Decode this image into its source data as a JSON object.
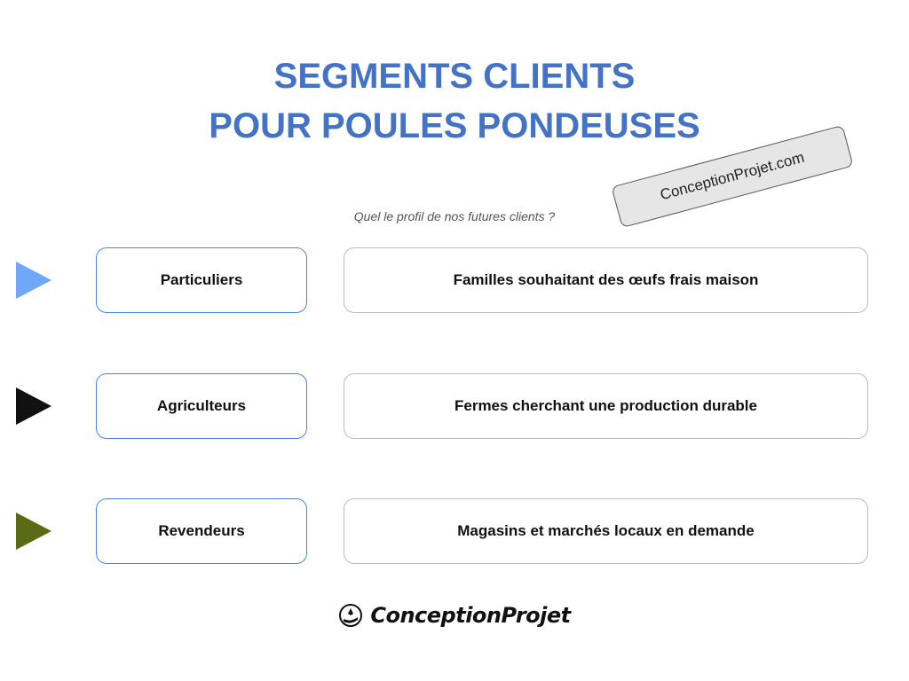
{
  "title": {
    "line1": "SEGMENTS CLIENTS",
    "line2": "POUR POULES PONDEUSES"
  },
  "stamp": {
    "text": "ConceptionProjet.com"
  },
  "subtitle": "Quel le profil de nos futures clients ?",
  "segments": [
    {
      "name": "Particuliers",
      "description": "Familles souhaitant des œufs frais maison",
      "arrow_color": "#6fa8f7"
    },
    {
      "name": "Agriculteurs",
      "description": "Fermes cherchant une production durable",
      "arrow_color": "#111111"
    },
    {
      "name": "Revendeurs",
      "description": "Magasins et marchés locaux en demande",
      "arrow_color": "#5b6a14"
    }
  ],
  "logo": {
    "text": "ConceptionProjet"
  },
  "colors": {
    "title": "#4472c4",
    "segment_border": "#4a86e8",
    "description_border": "#bdbdbd"
  }
}
